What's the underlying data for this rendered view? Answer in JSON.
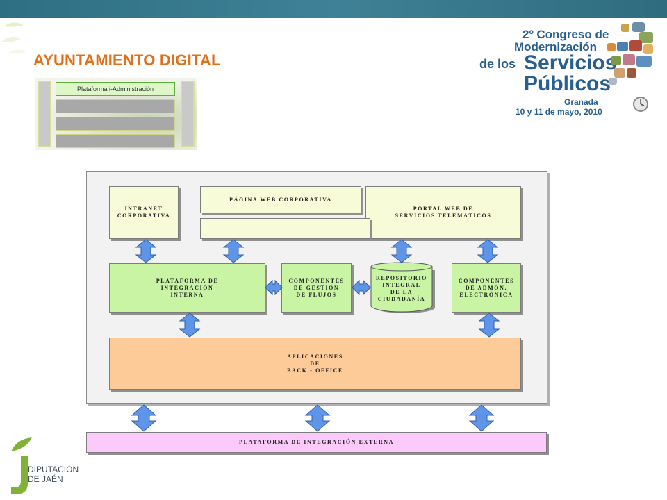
{
  "slide": {
    "title": "AYUNTAMIENTO DIGITAL"
  },
  "congress": {
    "line1": "2º Congreso de",
    "line2": "Modernización",
    "line3a": "de los",
    "line3b": "Servicios",
    "line4": "Públicos",
    "city": "Granada",
    "dates": "10 y 11 de mayo, 2010"
  },
  "thumbnail": {
    "top_label": "Plataforma i-Administración"
  },
  "diagram": {
    "intranet": "INTRANET\nCORPORATIVA",
    "web": "PÁGINA WEB CORPORATIVA",
    "portal": "PORTAL WEB DE\nSERVICIOS TELEMÁTICOS",
    "pint": "PLATAFORMA DE\nINTEGRACIÓN\nINTERNA",
    "flujos": "COMPONENTES\nDE GESTIÓN\nDE FLUJOS",
    "repo": "REPOSITORIO\nINTEGRAL\nDE LA\nCIUDADANÍA",
    "admon": "COMPONENTES\nDE ADMÓN.\nELECTRÓNICA",
    "backoffice": "APLICACIONES\nDE\nBACK - OFFICE",
    "externa": "PLATAFORMA DE INTEGRACIÓN EXTERNA"
  },
  "footer_logo": {
    "text": "DIPUTACIÓN\nDE JAÉN"
  },
  "colors": {
    "top_bar": "#3f8196",
    "title": "#e0701c",
    "yellow_box": "#f8fbd8",
    "green_box": "#c8f4a4",
    "orange_box": "#fccb98",
    "pink_box": "#fccafa",
    "arrow": "#5f95e8",
    "logo_green": "#7fb236"
  }
}
